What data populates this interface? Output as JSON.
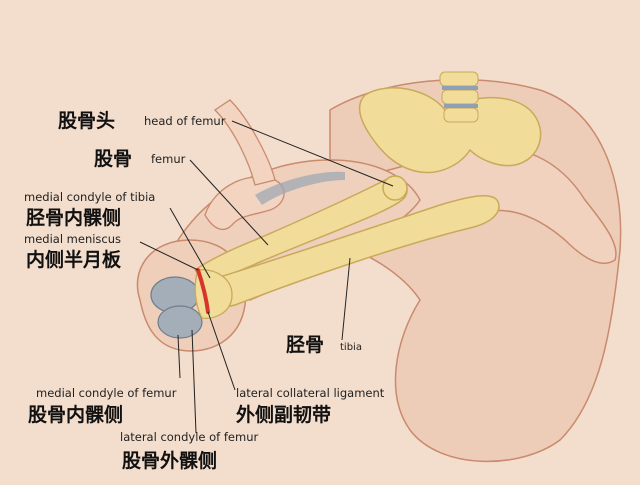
{
  "labels": {
    "head_of_femur": {
      "zh": "股骨头",
      "en": "head of femur"
    },
    "femur": {
      "zh": "股骨",
      "en": "femur"
    },
    "medial_condyle_tibia": {
      "zh": "胫骨内髁侧",
      "en": "medial condyle of tibia"
    },
    "medial_meniscus": {
      "zh": "内侧半月板",
      "en": "medial meniscus"
    },
    "tibia": {
      "zh": "胫骨",
      "en": "tibia"
    },
    "medial_condyle_femur": {
      "zh": "股骨内髁侧",
      "en": "medial condyle of femur"
    },
    "lateral_collateral_ligament": {
      "zh": "外侧副韧带",
      "en": "lateral collateral ligament"
    },
    "lateral_condyle_femur": {
      "zh": "股骨外髁侧",
      "en": "lateral condyle of femur"
    }
  },
  "colors": {
    "background": "#f3ddcc",
    "skin": "#efcfba",
    "skin_outline": "#c98a6e",
    "bone": "#f1dc9a",
    "bone_shadow": "#c9a95a",
    "cartilage": "#9aa7b3",
    "ligament": "#d7352a",
    "leader_line": "#222222"
  }
}
